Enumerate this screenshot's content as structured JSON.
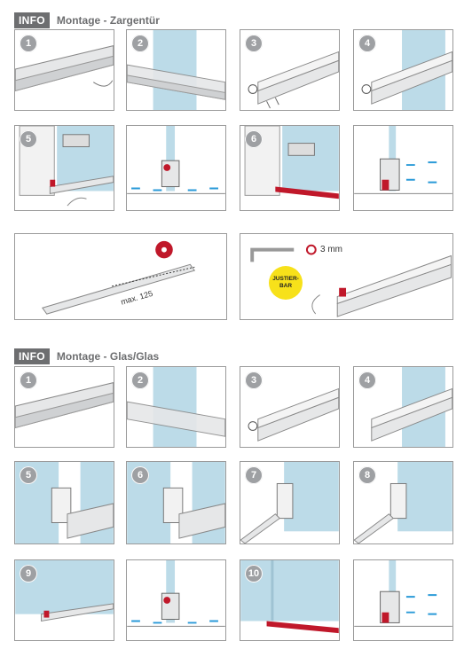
{
  "sections": [
    {
      "badge": "INFO",
      "title": "Montage - Zargentür"
    },
    {
      "badge": "INFO",
      "title": "Montage - Glas/Glas"
    }
  ],
  "steps": {
    "s1": [
      "1",
      "2",
      "3",
      "4",
      "5",
      "",
      "6",
      ""
    ],
    "s2": [
      "1",
      "2",
      "3",
      "4",
      "5",
      "6",
      "7",
      "8",
      "9",
      "",
      "10",
      ""
    ]
  },
  "tools": {
    "max_label": "max. 125",
    "size_label": "3 mm",
    "justier_line1": "JUSTIER-",
    "justier_line2": "BAR"
  },
  "colors": {
    "glass": "#bcdbe8",
    "accent": "#c0182a",
    "arrow": "#2a9ad8",
    "badge": "#6d6e70",
    "profile": "#e6e7e8",
    "justier": "#f7e11a"
  }
}
